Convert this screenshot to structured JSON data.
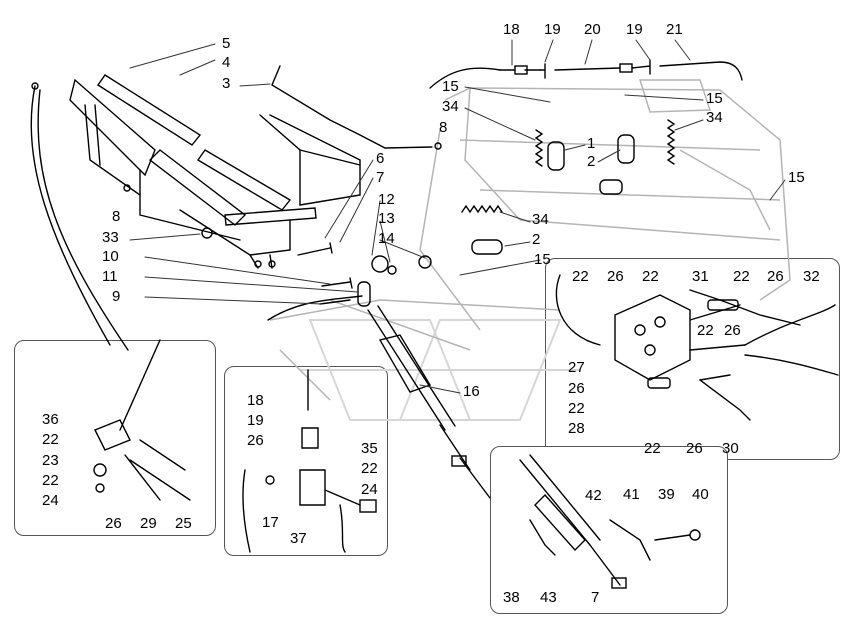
{
  "colors": {
    "line": "#000000",
    "ghost": "#b4b4b4",
    "frame": "#555555",
    "watermark": "#d9d9d9"
  },
  "icons": {
    "watermark": "stylized-double-arrow-watermark"
  },
  "callouts": [
    {
      "id": "c5a",
      "text": "5"
    },
    {
      "id": "c4",
      "text": "4"
    },
    {
      "id": "c3",
      "text": "3"
    },
    {
      "id": "c18a",
      "text": "18"
    },
    {
      "id": "c19a",
      "text": "19"
    },
    {
      "id": "c20",
      "text": "20"
    },
    {
      "id": "c19b",
      "text": "19"
    },
    {
      "id": "c21",
      "text": "21"
    },
    {
      "id": "c15a",
      "text": "15"
    },
    {
      "id": "c34a",
      "text": "34"
    },
    {
      "id": "c15b",
      "text": "15"
    },
    {
      "id": "c34b",
      "text": "34"
    },
    {
      "id": "c8a",
      "text": "8"
    },
    {
      "id": "c1",
      "text": "1"
    },
    {
      "id": "c2a",
      "text": "2"
    },
    {
      "id": "c15c",
      "text": "15"
    },
    {
      "id": "c6",
      "text": "6"
    },
    {
      "id": "c7a",
      "text": "7"
    },
    {
      "id": "c12",
      "text": "12"
    },
    {
      "id": "c13",
      "text": "13"
    },
    {
      "id": "c14",
      "text": "14"
    },
    {
      "id": "c8b",
      "text": "8"
    },
    {
      "id": "c33",
      "text": "33"
    },
    {
      "id": "c34c",
      "text": "34"
    },
    {
      "id": "c2b",
      "text": "2"
    },
    {
      "id": "c10",
      "text": "10"
    },
    {
      "id": "c11",
      "text": "11"
    },
    {
      "id": "c9",
      "text": "9"
    },
    {
      "id": "c15d",
      "text": "15"
    },
    {
      "id": "c22a",
      "text": "22"
    },
    {
      "id": "c26a",
      "text": "26"
    },
    {
      "id": "c22b",
      "text": "22"
    },
    {
      "id": "c31",
      "text": "31"
    },
    {
      "id": "c22c",
      "text": "22"
    },
    {
      "id": "c26b",
      "text": "26"
    },
    {
      "id": "c32",
      "text": "32"
    },
    {
      "id": "c22d",
      "text": "22"
    },
    {
      "id": "c26c",
      "text": "26"
    },
    {
      "id": "c27",
      "text": "27"
    },
    {
      "id": "c26d",
      "text": "26"
    },
    {
      "id": "c22e",
      "text": "22"
    },
    {
      "id": "c28",
      "text": "28"
    },
    {
      "id": "c22f",
      "text": "22"
    },
    {
      "id": "c26e",
      "text": "26"
    },
    {
      "id": "c30",
      "text": "30"
    },
    {
      "id": "c16",
      "text": "16"
    },
    {
      "id": "c36",
      "text": "36"
    },
    {
      "id": "c22g",
      "text": "22"
    },
    {
      "id": "c23",
      "text": "23"
    },
    {
      "id": "c22h",
      "text": "22"
    },
    {
      "id": "c24a",
      "text": "24"
    },
    {
      "id": "c26f",
      "text": "26"
    },
    {
      "id": "c29",
      "text": "29"
    },
    {
      "id": "c25",
      "text": "25"
    },
    {
      "id": "c18b",
      "text": "18"
    },
    {
      "id": "c19c",
      "text": "19"
    },
    {
      "id": "c26g",
      "text": "26"
    },
    {
      "id": "c35",
      "text": "35"
    },
    {
      "id": "c22i",
      "text": "22"
    },
    {
      "id": "c24b",
      "text": "24"
    },
    {
      "id": "c17",
      "text": "17"
    },
    {
      "id": "c37",
      "text": "37"
    },
    {
      "id": "c42",
      "text": "42"
    },
    {
      "id": "c41",
      "text": "41"
    },
    {
      "id": "c39",
      "text": "39"
    },
    {
      "id": "c40",
      "text": "40"
    },
    {
      "id": "c38",
      "text": "38"
    },
    {
      "id": "c43",
      "text": "43"
    },
    {
      "id": "c7b",
      "text": "7"
    }
  ]
}
